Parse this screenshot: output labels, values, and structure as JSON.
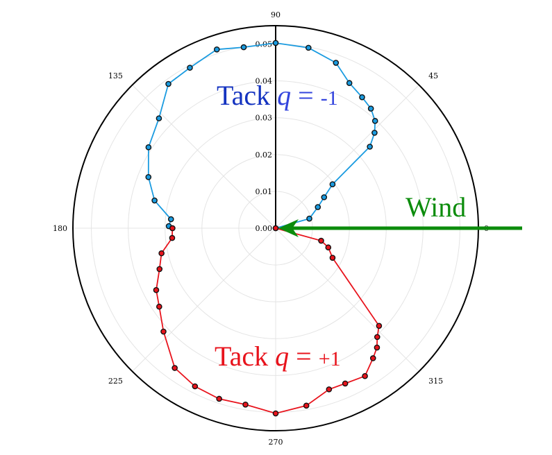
{
  "chart_data": {
    "type": "scatter",
    "projection": "polar",
    "angle_unit": "degrees",
    "angle_ticks": [
      0,
      45,
      90,
      135,
      180,
      225,
      270,
      315
    ],
    "angle_tick_labels": [
      "0",
      "45",
      "90",
      "135",
      "180",
      "225",
      "270",
      "315"
    ],
    "radial_ticks": [
      0.0,
      0.01,
      0.02,
      0.03,
      0.04,
      0.05
    ],
    "radial_tick_labels": [
      "0.00",
      "0.01",
      "0.02",
      "0.03",
      "0.04",
      "0.05"
    ],
    "rlim": [
      0,
      0.055
    ],
    "grid": true,
    "series": [
      {
        "color": "#1a9be0",
        "points": [
          [
            180,
            0.0
          ],
          [
            15.9,
            0.0095
          ],
          [
            26.6,
            0.0128
          ],
          [
            32.6,
            0.0156
          ],
          [
            37.7,
            0.0195
          ],
          [
            40.9,
            0.0338
          ],
          [
            44.0,
            0.0373
          ],
          [
            47.2,
            0.0397
          ],
          [
            51.5,
            0.0415
          ],
          [
            56.6,
            0.0426
          ],
          [
            63.1,
            0.0442
          ],
          [
            70.0,
            0.0478
          ],
          [
            79.7,
            0.0498
          ],
          [
            90.0,
            0.0503
          ],
          [
            100.0,
            0.0499
          ],
          [
            108.2,
            0.0511
          ],
          [
            118.1,
            0.0494
          ],
          [
            126.6,
            0.0488
          ],
          [
            136.7,
            0.0435
          ],
          [
            147.5,
            0.0409
          ],
          [
            158.1,
            0.0372
          ],
          [
            167.1,
            0.0337
          ],
          [
            175.1,
            0.0285
          ],
          [
            178.9,
            0.029
          ],
          [
            180.0,
            0.028
          ]
        ]
      },
      {
        "color": "#e8131c",
        "points": [
          [
            180,
            0.0
          ],
          [
            -15.4,
            0.0128
          ],
          [
            -20.1,
            0.0152
          ],
          [
            -27.5,
            0.0174
          ],
          [
            -43.4,
            0.0386
          ],
          [
            -47.0,
            0.0404
          ],
          [
            -49.7,
            0.0425
          ],
          [
            -53.2,
            0.0441
          ],
          [
            -58.9,
            0.0469
          ],
          [
            -65.9,
            0.0462
          ],
          [
            -71.7,
            0.0461
          ],
          [
            -80.2,
            0.0489
          ],
          [
            -90.0,
            0.0503
          ],
          [
            -99.7,
            0.0486
          ],
          [
            -108.3,
            0.0488
          ],
          [
            -117.0,
            0.0482
          ],
          [
            -125.8,
            0.0468
          ],
          [
            -137.3,
            0.0414
          ],
          [
            -146.0,
            0.0381
          ],
          [
            -152.6,
            0.0365
          ],
          [
            -160.6,
            0.0334
          ],
          [
            -167.6,
            0.0317
          ],
          [
            -174.6,
            0.0282
          ],
          [
            -180.0,
            0.028
          ]
        ]
      }
    ],
    "annotations": [
      {
        "key": "tack_neg",
        "word": "Tack",
        "math": "q",
        "eq": "=",
        "value": "-1",
        "word_color": "#1433c0",
        "sym_color": "#3344dd"
      },
      {
        "key": "tack_pos",
        "word": "Tack",
        "math": "q",
        "eq": "=",
        "value": "+1",
        "word_color": "#e8131c",
        "sym_color": "#e8131c"
      },
      {
        "key": "wind",
        "word": "Wind",
        "color": "#0c8c0c"
      }
    ]
  }
}
